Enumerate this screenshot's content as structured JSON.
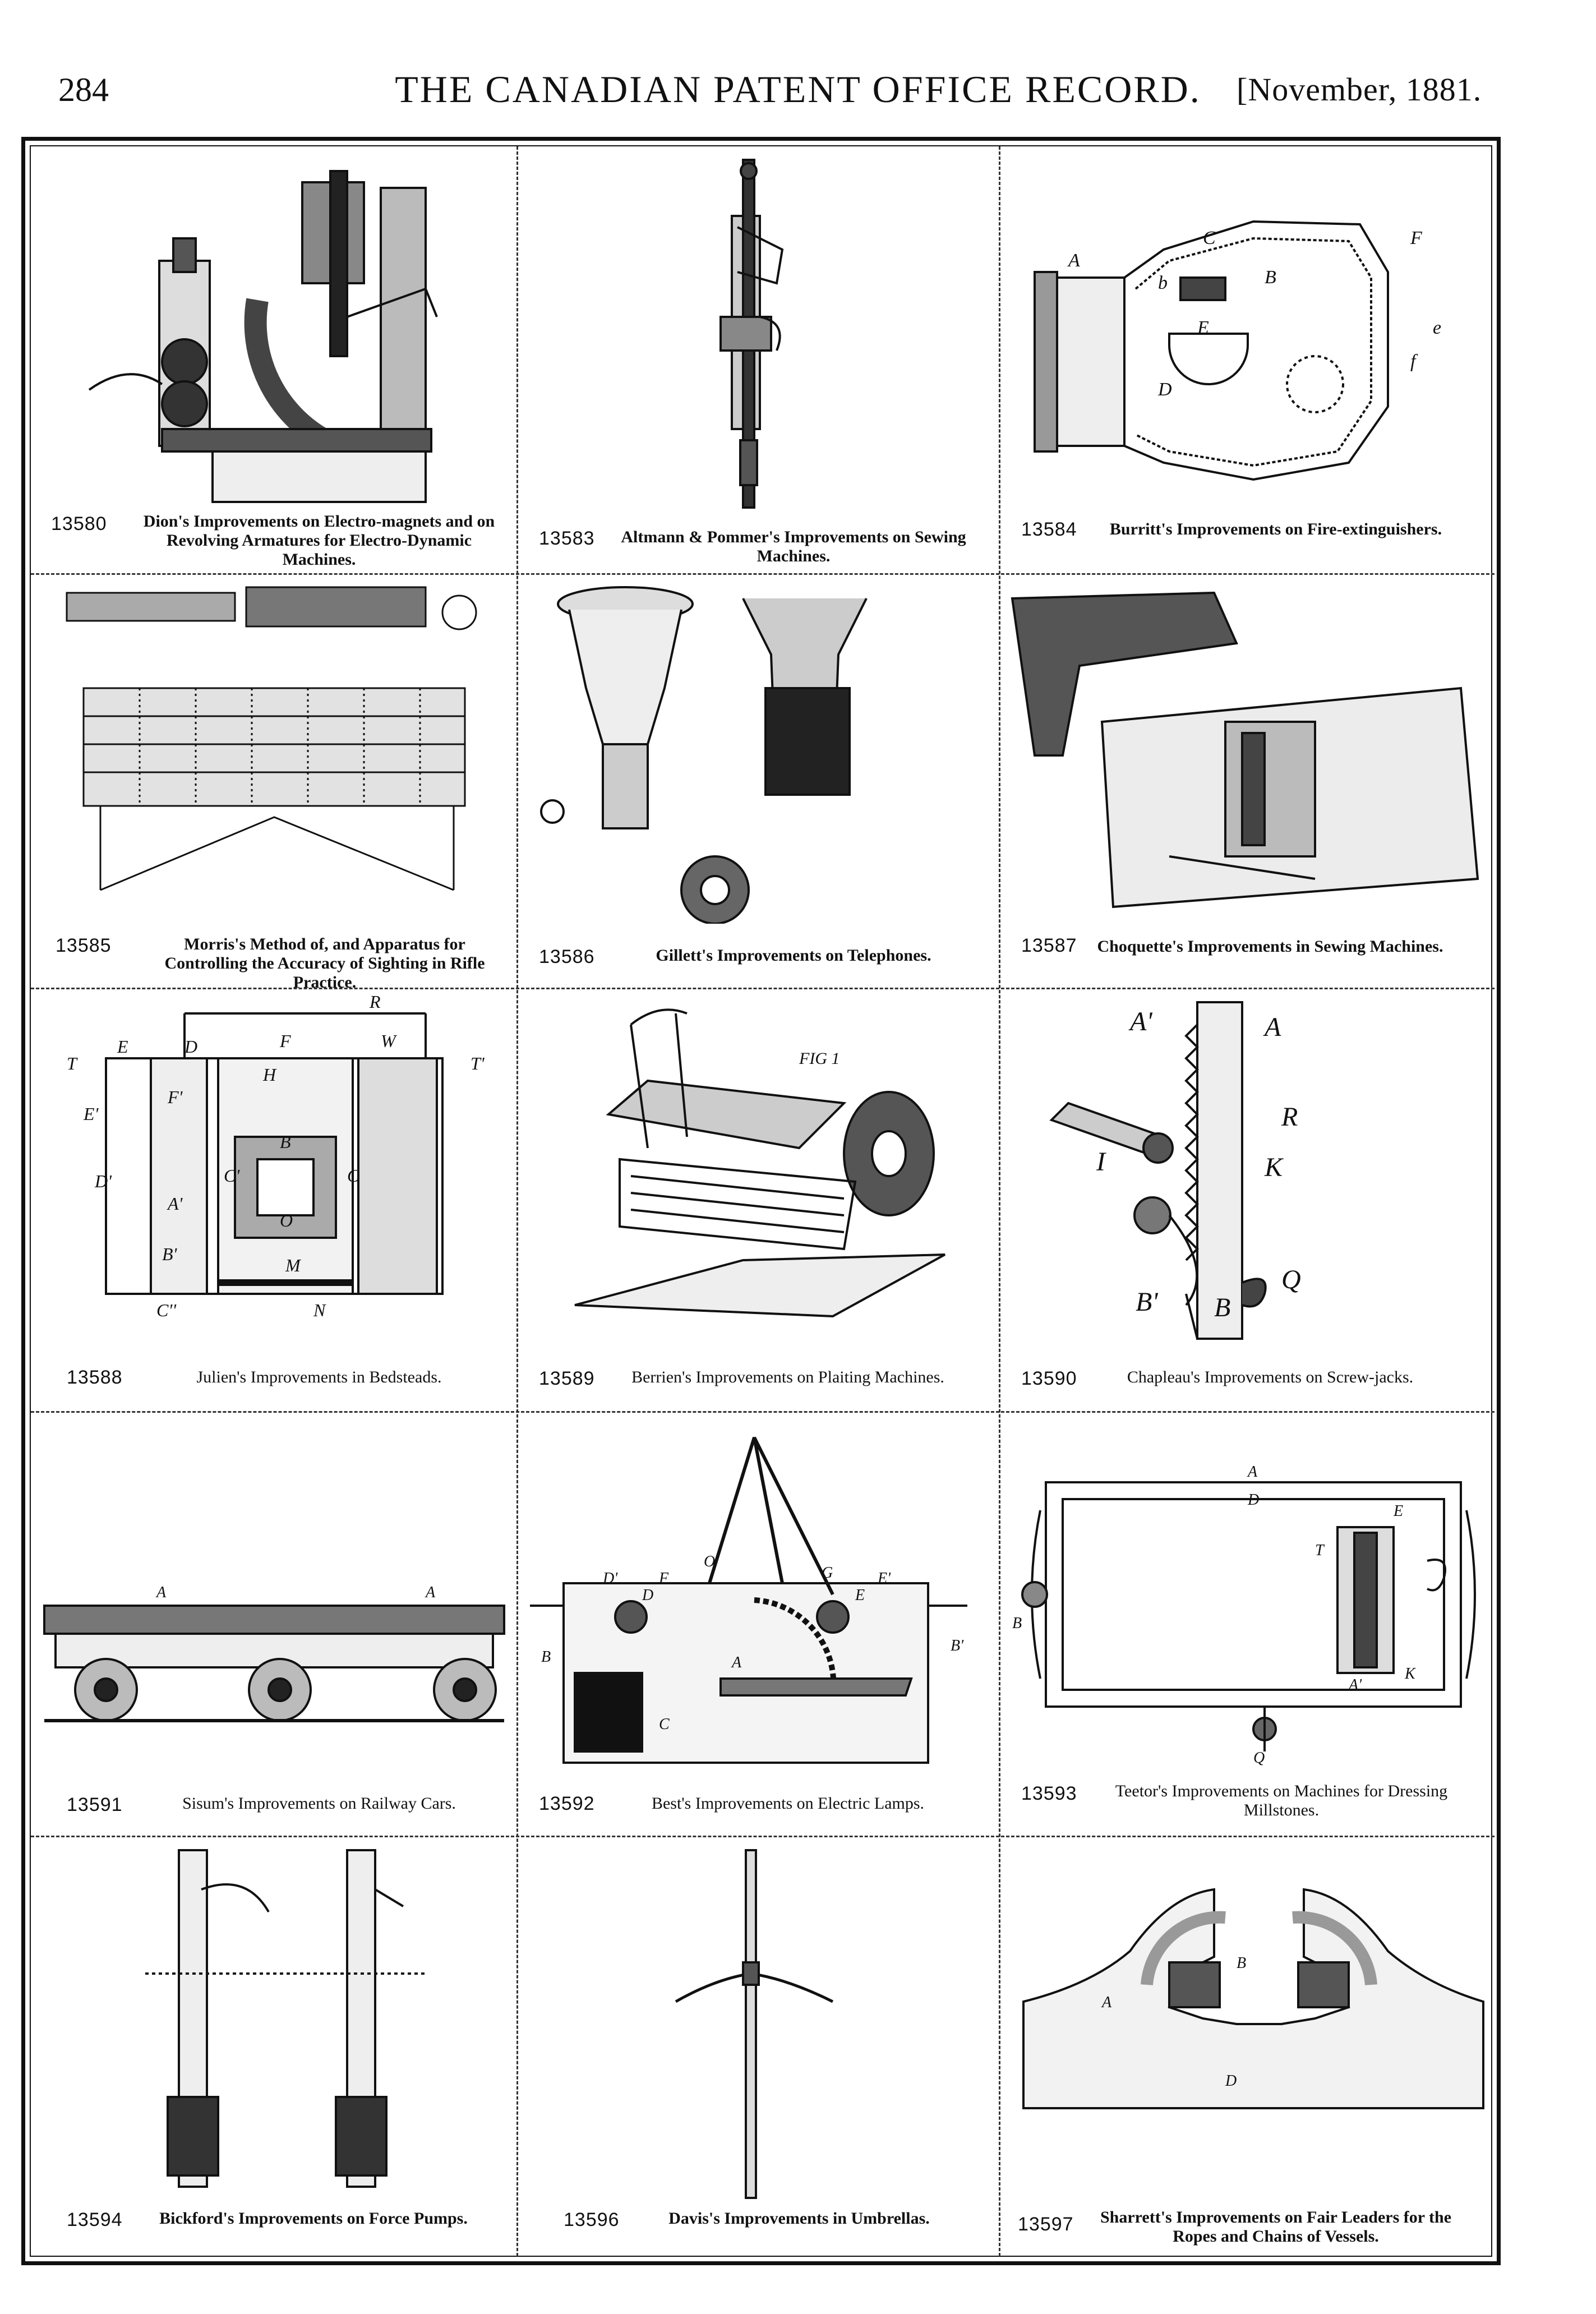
{
  "header": {
    "page_number": "284",
    "title": "THE CANADIAN PATENT OFFICE RECORD.",
    "date": "[November, 1881."
  },
  "patents": [
    {
      "number": "13580",
      "caption": "Dion's Improvements on Electro-magnets and on Revolving Armatures for Electro-Dynamic Machines."
    },
    {
      "number": "13583",
      "caption": "Altmann & Pommer's Improvements on Sewing Machines."
    },
    {
      "number": "13584",
      "caption": "Burritt's Improvements on Fire-extinguishers."
    },
    {
      "number": "13585",
      "caption": "Morris's Method of, and Apparatus for Controlling the Accuracy of Sighting in Rifle Practice."
    },
    {
      "number": "13586",
      "caption": "Gillett's Improvements on Telephones."
    },
    {
      "number": "13587",
      "caption": "Choquette's Improvements in Sewing Machines."
    },
    {
      "number": "13588",
      "caption": "Julien's Improvements in Bedsteads."
    },
    {
      "number": "13589",
      "caption": "Berrien's Improvements on Plaiting Machines."
    },
    {
      "number": "13590",
      "caption": "Chapleau's Improvements on Screw-jacks."
    },
    {
      "number": "13591",
      "caption": "Sisum's Improvements on Railway Cars."
    },
    {
      "number": "13592",
      "caption": "Best's Improvements on Electric Lamps."
    },
    {
      "number": "13593",
      "caption": "Teetor's Improvements on Machines for Dressing Millstones."
    },
    {
      "number": "13594",
      "caption": "Bickford's Improvements on Force Pumps."
    },
    {
      "number": "13596",
      "caption": "Davis's Improvements in Umbrellas."
    },
    {
      "number": "13597",
      "caption": "Sharrett's Improvements on Fair Leaders for the Ropes and Chains of Vessels."
    }
  ],
  "drawing_labels": {
    "burritt": [
      "A",
      "B",
      "C",
      "E",
      "F",
      "e",
      "f",
      "D",
      "b"
    ],
    "chapleau": [
      "A'",
      "A",
      "R",
      "K",
      "I",
      "Q",
      "B'",
      "B"
    ],
    "julien": [
      "R",
      "E",
      "D",
      "F",
      "H",
      "T",
      "T'",
      "E'",
      "F'",
      "D'",
      "A'",
      "B'",
      "B",
      "C'",
      "C",
      "O",
      "M",
      "W",
      "C''",
      "N"
    ],
    "berrien": [
      "FIG 1"
    ],
    "best": [
      "A",
      "B",
      "C",
      "D",
      "E",
      "F",
      "G",
      "O",
      "D'",
      "E'",
      "B'"
    ],
    "teetor": [
      "A",
      "D",
      "E",
      "T",
      "K",
      "A'",
      "Q",
      "B"
    ],
    "sharrett": [
      "A",
      "B",
      "D"
    ],
    "sisum": [
      "A",
      "A"
    ]
  }
}
